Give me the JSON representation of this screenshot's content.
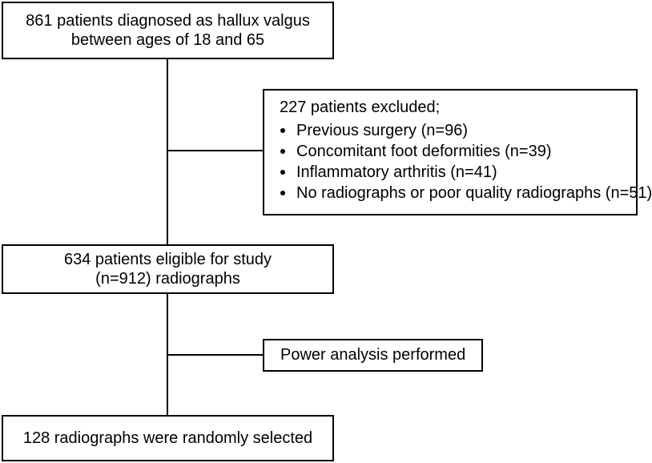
{
  "flowchart": {
    "start": {
      "line1": "861 patients diagnosed as hallux valgus",
      "line2": "between ages of 18 and 65"
    },
    "excluded": {
      "heading": "227 patients excluded;",
      "items": [
        "Previous surgery (n=96)",
        "Concomitant foot deformities (n=39)",
        "Inflammatory arthritis (n=41)",
        "No radiographs or poor quality radiographs (n=51)"
      ]
    },
    "eligible": {
      "line1": "634 patients eligible for study",
      "line2": "(n=912) radiographs"
    },
    "power": {
      "label": "Power analysis performed"
    },
    "selected": {
      "label": "128 radiographs were randomly selected"
    }
  },
  "colors": {
    "line": "#000000",
    "background": "#ffffff"
  }
}
